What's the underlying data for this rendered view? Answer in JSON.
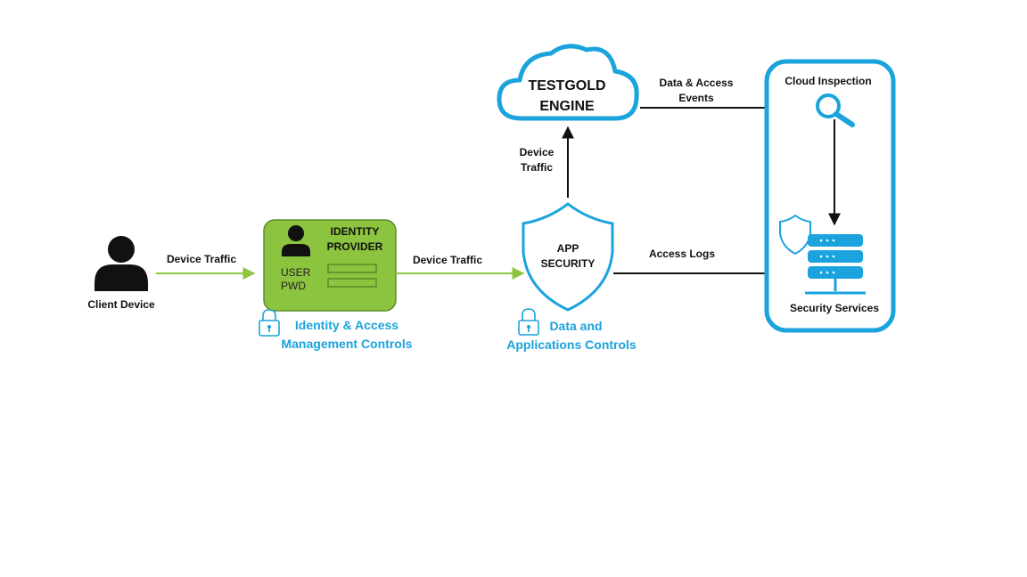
{
  "colors": {
    "accent_blue": "#1aa3dc",
    "flow_green": "#8dc63f",
    "idp_fill": "#8cc43f",
    "idp_border": "#5b8c2a",
    "text_dark": "#111111"
  },
  "client": {
    "label": "Client Device",
    "icon": "person-icon"
  },
  "flows": {
    "client_to_idp": "Device Traffic",
    "idp_to_app": "Device Traffic",
    "app_to_engine_line1": "Device",
    "app_to_engine_line2": "Traffic",
    "engine_to_inspection_line1": "Data & Access",
    "engine_to_inspection_line2": "Events",
    "app_to_services": "Access Logs"
  },
  "idp": {
    "title_line1": "IDENTITY",
    "title_line2": "PROVIDER",
    "user_label": "USER",
    "pwd_label": "PWD",
    "icon": "person-icon"
  },
  "idp_control": {
    "line1": "Identity & Access",
    "line2": "Management Controls",
    "icon": "lock-icon"
  },
  "engine": {
    "line1": "TESTGOLD",
    "line2": "ENGINE",
    "icon": "cloud-icon"
  },
  "app_security": {
    "line1": "APP",
    "line2": "SECURITY",
    "icon": "shield-icon"
  },
  "app_control": {
    "line1": "Data and",
    "line2": "Applications Controls",
    "icon": "lock-icon"
  },
  "cloud_panel": {
    "inspection_label": "Cloud Inspection",
    "services_label": "Security Services",
    "inspection_icon": "magnifier-icon",
    "services_icon": "server-icon",
    "badge_icon": "shield-icon"
  }
}
